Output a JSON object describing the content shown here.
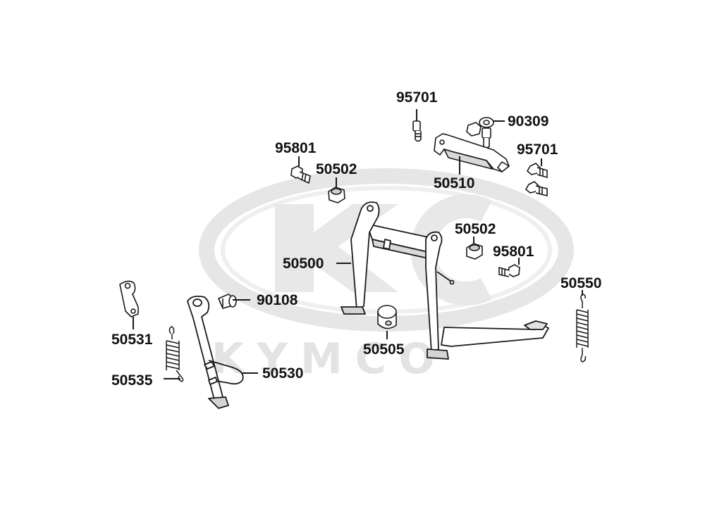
{
  "watermark": {
    "text": "KYMCO",
    "color": "#e3e3e3"
  },
  "colors": {
    "line": "#1a1a1a",
    "part_fill": "#ffffff",
    "shade": "#bfbfbf",
    "label": "#111111"
  },
  "labels": {
    "p95701_top": "95701",
    "p90309": "90309",
    "p95701_right": "95701",
    "p50510": "50510",
    "p95801_left": "95801",
    "p50502_left": "50502",
    "p50502_right": "50502",
    "p95801_right": "95801",
    "p50500": "50500",
    "p50550": "50550",
    "p90108": "90108",
    "p50531": "50531",
    "p50505": "50505",
    "p50535": "50535",
    "p50530": "50530"
  }
}
